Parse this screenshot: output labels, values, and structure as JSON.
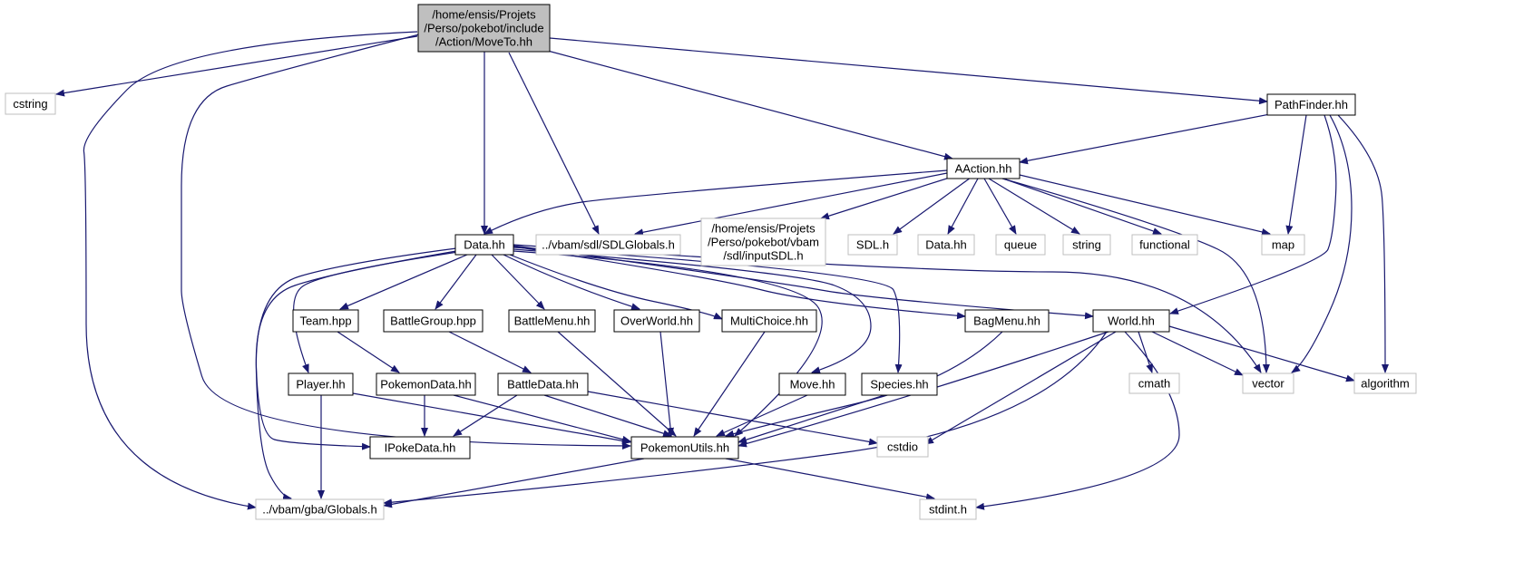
{
  "diagram": {
    "type": "include-dependency-graph",
    "colors": {
      "edge": "#191970",
      "root_fill": "#bfbfbf",
      "node_border": "#000000",
      "external_border": "#bfbfbf",
      "text": "#000000"
    },
    "nodes": [
      {
        "id": "moveto",
        "style": "root",
        "lines": [
          "/home/ensis/Projets",
          "/Perso/pokebot/include",
          "/Action/MoveTo.hh"
        ]
      },
      {
        "id": "cstring",
        "style": "external",
        "lines": [
          "cstring"
        ]
      },
      {
        "id": "pathfinder",
        "style": "local",
        "lines": [
          "PathFinder.hh"
        ]
      },
      {
        "id": "aaction",
        "style": "local",
        "lines": [
          "AAction.hh"
        ]
      },
      {
        "id": "data",
        "style": "local",
        "lines": [
          "Data.hh"
        ]
      },
      {
        "id": "sdlglobals",
        "style": "external",
        "lines": [
          "../vbam/sdl/SDLGlobals.h"
        ]
      },
      {
        "id": "inputsdl",
        "style": "external",
        "lines": [
          "/home/ensis/Projets",
          "/Perso/pokebot/vbam",
          "/sdl/inputSDL.h"
        ]
      },
      {
        "id": "sdlh",
        "style": "external",
        "lines": [
          "SDL.h"
        ]
      },
      {
        "id": "data2",
        "style": "external",
        "lines": [
          "Data.hh"
        ]
      },
      {
        "id": "queue",
        "style": "external",
        "lines": [
          "queue"
        ]
      },
      {
        "id": "string",
        "style": "external",
        "lines": [
          "string"
        ]
      },
      {
        "id": "functional",
        "style": "external",
        "lines": [
          "functional"
        ]
      },
      {
        "id": "map",
        "style": "external",
        "lines": [
          "map"
        ]
      },
      {
        "id": "team",
        "style": "local",
        "lines": [
          "Team.hpp"
        ]
      },
      {
        "id": "battlegroup",
        "style": "local",
        "lines": [
          "BattleGroup.hpp"
        ]
      },
      {
        "id": "battlemenu",
        "style": "local",
        "lines": [
          "BattleMenu.hh"
        ]
      },
      {
        "id": "overworld",
        "style": "local",
        "lines": [
          "OverWorld.hh"
        ]
      },
      {
        "id": "multichoice",
        "style": "local",
        "lines": [
          "MultiChoice.hh"
        ]
      },
      {
        "id": "bagmenu",
        "style": "local",
        "lines": [
          "BagMenu.hh"
        ]
      },
      {
        "id": "world",
        "style": "local",
        "lines": [
          "World.hh"
        ]
      },
      {
        "id": "player",
        "style": "local",
        "lines": [
          "Player.hh"
        ]
      },
      {
        "id": "pokemondata",
        "style": "local",
        "lines": [
          "PokemonData.hh"
        ]
      },
      {
        "id": "battledata",
        "style": "local",
        "lines": [
          "BattleData.hh"
        ]
      },
      {
        "id": "move",
        "style": "local",
        "lines": [
          "Move.hh"
        ]
      },
      {
        "id": "species",
        "style": "local",
        "lines": [
          "Species.hh"
        ]
      },
      {
        "id": "cmath",
        "style": "external",
        "lines": [
          "cmath"
        ]
      },
      {
        "id": "vector",
        "style": "external",
        "lines": [
          "vector"
        ]
      },
      {
        "id": "algorithm",
        "style": "external",
        "lines": [
          "algorithm"
        ]
      },
      {
        "id": "ipokedata",
        "style": "local",
        "lines": [
          "IPokeData.hh"
        ]
      },
      {
        "id": "pokemonutils",
        "style": "local",
        "lines": [
          "PokemonUtils.hh"
        ]
      },
      {
        "id": "cstdio",
        "style": "external",
        "lines": [
          "cstdio"
        ]
      },
      {
        "id": "globals",
        "style": "external",
        "lines": [
          "../vbam/gba/Globals.h"
        ]
      },
      {
        "id": "stdint",
        "style": "external",
        "lines": [
          "stdint.h"
        ]
      }
    ],
    "edges": [
      [
        "moveto",
        "cstring"
      ],
      [
        "moveto",
        "globals"
      ],
      [
        "moveto",
        "pokemonutils"
      ],
      [
        "moveto",
        "data"
      ],
      [
        "moveto",
        "sdlglobals"
      ],
      [
        "moveto",
        "aaction"
      ],
      [
        "moveto",
        "pathfinder"
      ],
      [
        "pathfinder",
        "aaction"
      ],
      [
        "pathfinder",
        "map"
      ],
      [
        "pathfinder",
        "world"
      ],
      [
        "pathfinder",
        "vector"
      ],
      [
        "pathfinder",
        "algorithm"
      ],
      [
        "aaction",
        "data"
      ],
      [
        "aaction",
        "sdlglobals"
      ],
      [
        "aaction",
        "inputsdl"
      ],
      [
        "aaction",
        "sdlh"
      ],
      [
        "aaction",
        "data2"
      ],
      [
        "aaction",
        "queue"
      ],
      [
        "aaction",
        "string"
      ],
      [
        "aaction",
        "functional"
      ],
      [
        "aaction",
        "vector"
      ],
      [
        "aaction",
        "map"
      ],
      [
        "data",
        "globals"
      ],
      [
        "data",
        "ipokedata"
      ],
      [
        "data",
        "player"
      ],
      [
        "data",
        "team"
      ],
      [
        "data",
        "battlegroup"
      ],
      [
        "data",
        "battlemenu"
      ],
      [
        "data",
        "overworld"
      ],
      [
        "data",
        "multichoice"
      ],
      [
        "data",
        "pokemonutils"
      ],
      [
        "data",
        "move"
      ],
      [
        "data",
        "species"
      ],
      [
        "data",
        "bagmenu"
      ],
      [
        "data",
        "world"
      ],
      [
        "data",
        "vector"
      ],
      [
        "team",
        "pokemondata"
      ],
      [
        "battlegroup",
        "battledata"
      ],
      [
        "battlemenu",
        "pokemonutils"
      ],
      [
        "overworld",
        "pokemonutils"
      ],
      [
        "multichoice",
        "pokemonutils"
      ],
      [
        "bagmenu",
        "pokemonutils"
      ],
      [
        "world",
        "pokemonutils"
      ],
      [
        "world",
        "cmath"
      ],
      [
        "world",
        "vector"
      ],
      [
        "world",
        "algorithm"
      ],
      [
        "world",
        "cstdio"
      ],
      [
        "world",
        "globals"
      ],
      [
        "world",
        "stdint"
      ],
      [
        "player",
        "globals"
      ],
      [
        "player",
        "pokemonutils"
      ],
      [
        "pokemondata",
        "ipokedata"
      ],
      [
        "pokemondata",
        "pokemonutils"
      ],
      [
        "battledata",
        "ipokedata"
      ],
      [
        "battledata",
        "pokemonutils"
      ],
      [
        "battledata",
        "cstdio"
      ],
      [
        "move",
        "pokemonutils"
      ],
      [
        "species",
        "pokemonutils"
      ],
      [
        "pokemonutils",
        "globals"
      ],
      [
        "pokemonutils",
        "stdint"
      ]
    ]
  }
}
